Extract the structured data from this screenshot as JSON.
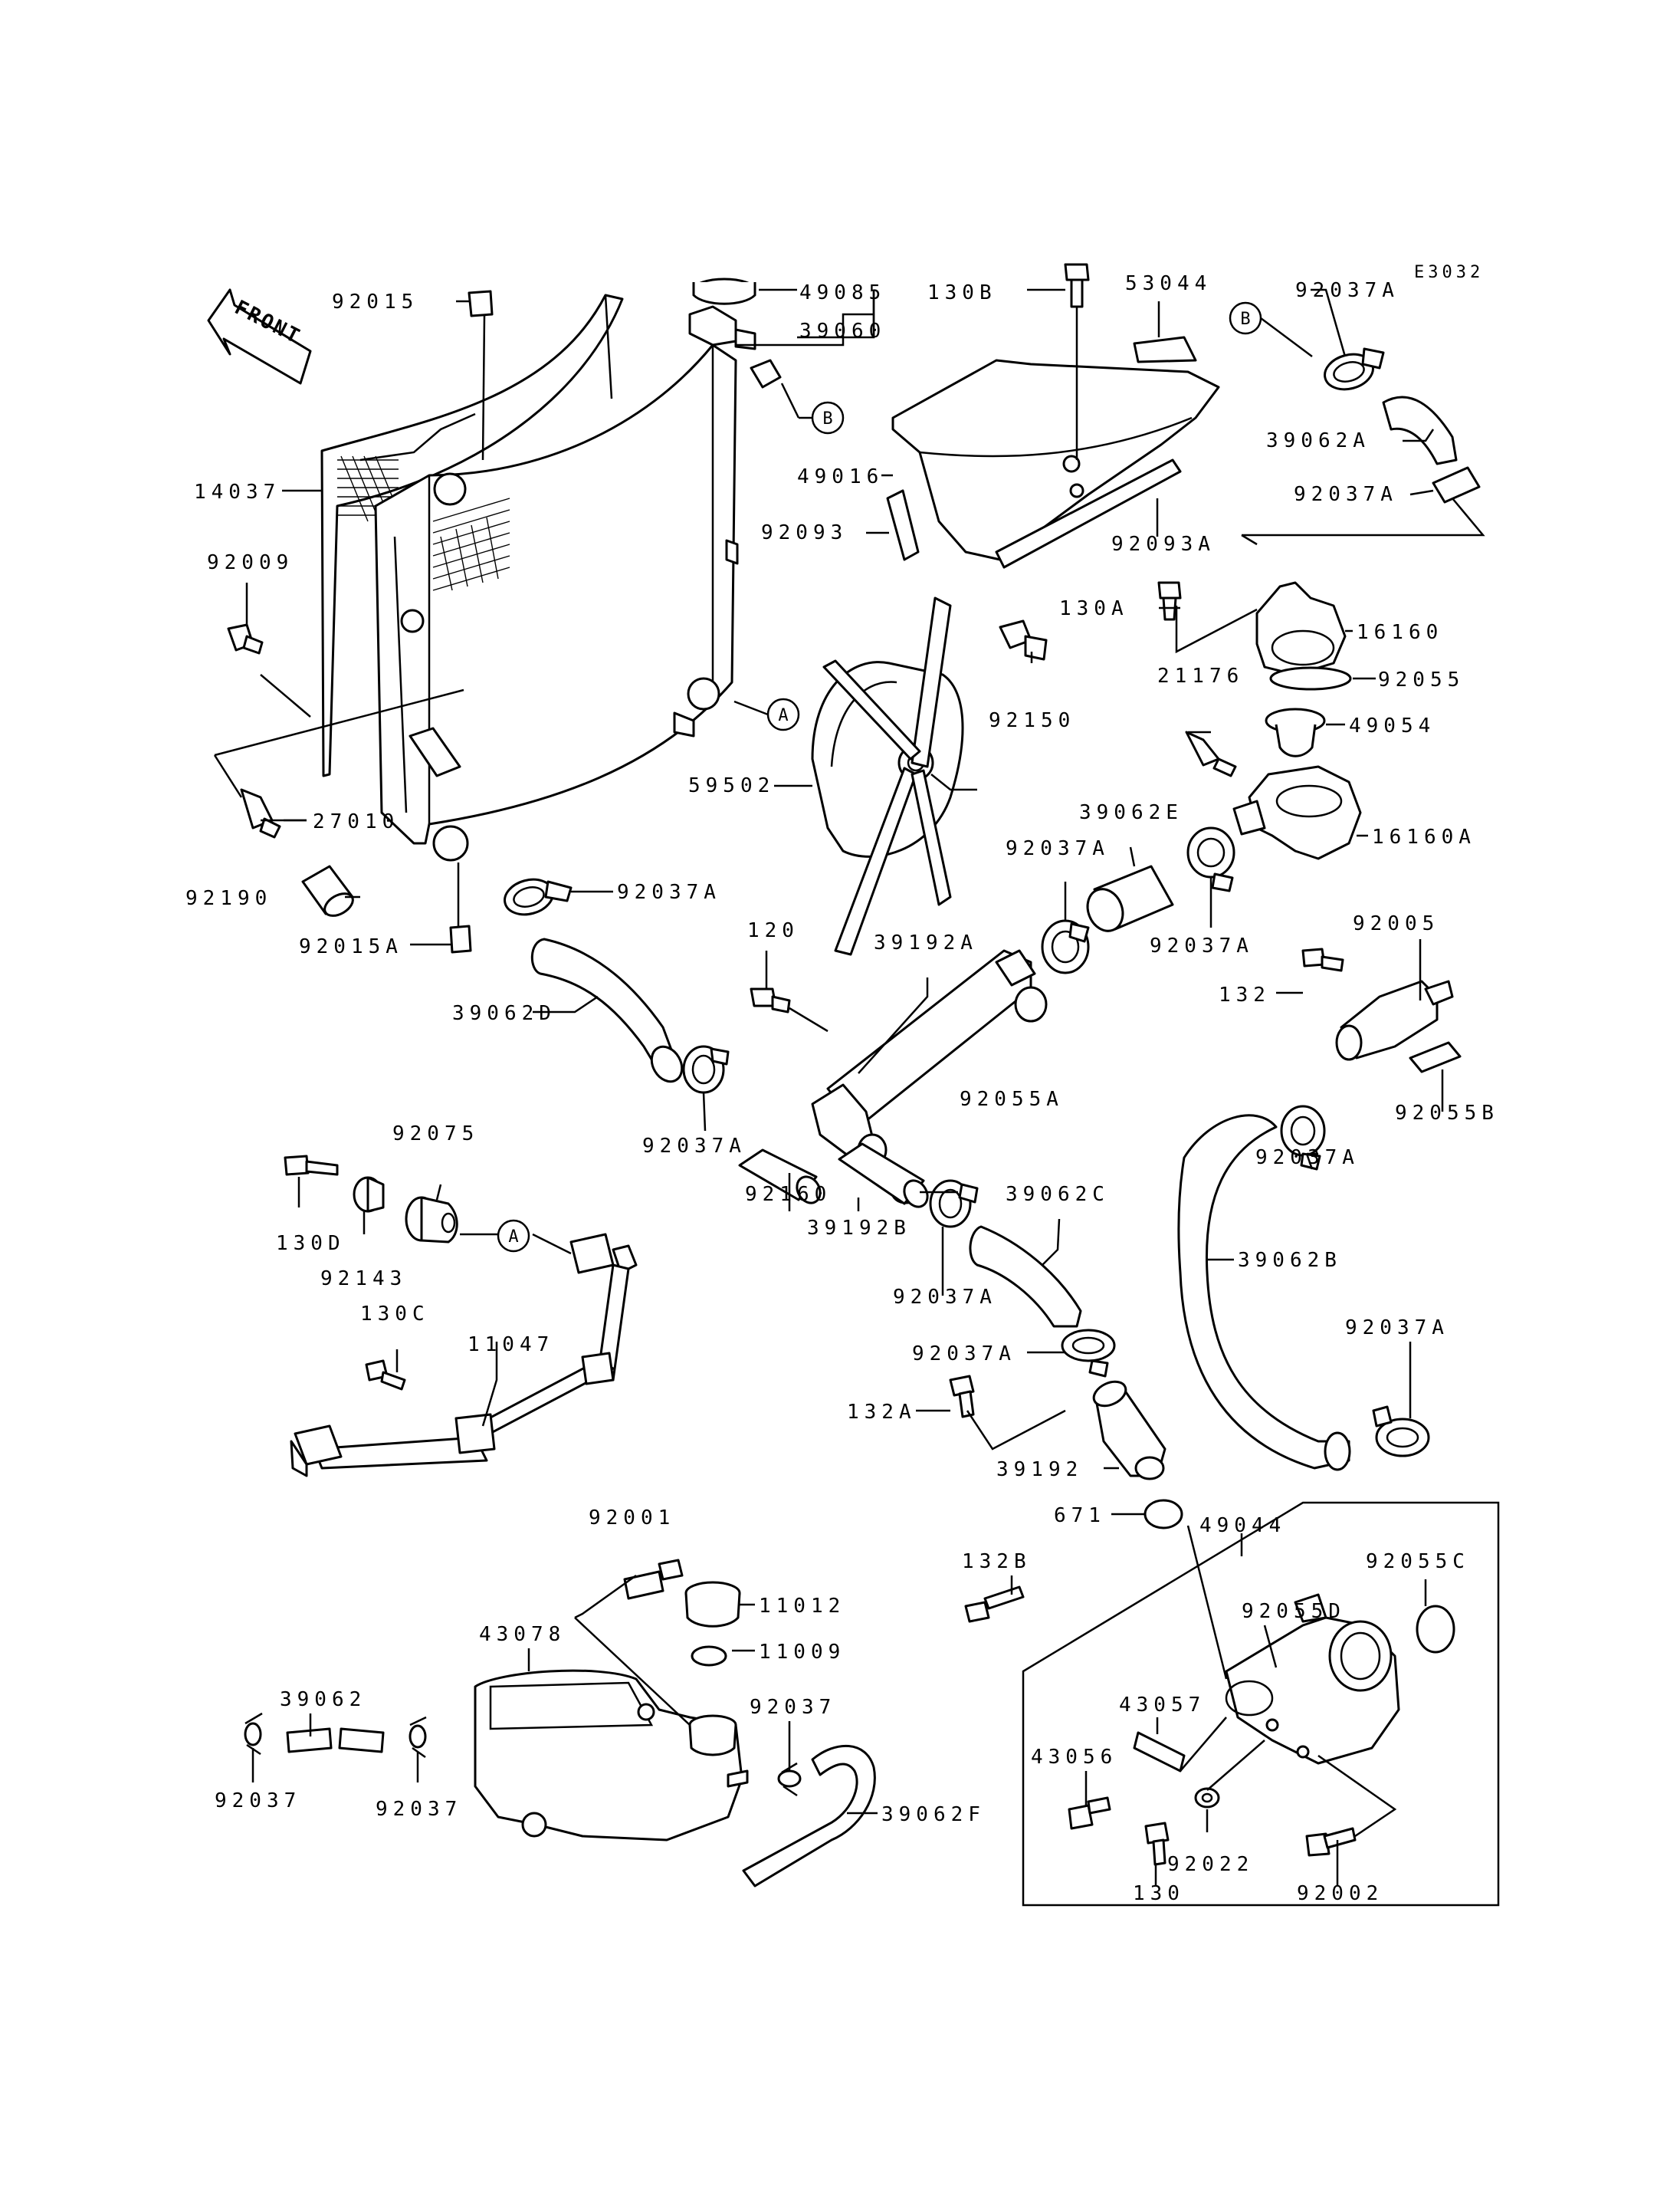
{
  "figure_code": "E3032",
  "front_label": "FRONT",
  "ref_markers": {
    "a": "A",
    "b": "B"
  },
  "labels": {
    "p92015": "92015",
    "p49085": "49085",
    "p39060": "39060",
    "p130B": "130B",
    "p53044": "53044",
    "p92037A_tr": "92037A",
    "p14037": "14037",
    "p49016": "49016",
    "p39062A": "39062A",
    "p92037A_r2": "92037A",
    "p92093": "92093",
    "p92093A": "92093A",
    "p92009": "92009",
    "p130A": "130A",
    "p16160": "16160",
    "p92055": "92055",
    "p21176": "21176",
    "p92150": "92150",
    "p49054": "49054",
    "p59502": "59502",
    "p27010": "27010",
    "p39062E": "39062E",
    "p16160A": "16160A",
    "p92190": "92190",
    "p92037A_mid": "92037A",
    "p92037A_left": "92037A",
    "p92015A": "92015A",
    "p92037A_e": "92037A",
    "p120": "120",
    "p39192A": "39192A",
    "p92005": "92005",
    "p132": "132",
    "p39062D": "39062D",
    "p92055A": "92055A",
    "p92055B": "92055B",
    "p92037A_d": "92037A",
    "p92037A_b": "92037A",
    "p92075": "92075",
    "p92160": "92160",
    "p39062C": "39062C",
    "p130D": "130D",
    "p39192B": "39192B",
    "p39062B": "39062B",
    "p92143": "92143",
    "p92037A_c": "92037A",
    "p130C": "130C",
    "p11047": "11047",
    "p92037A_c2": "92037A",
    "p92037A_br": "92037A",
    "p132A": "132A",
    "p39192": "39192",
    "p671": "671",
    "p49044": "49044",
    "p92001": "92001",
    "p132B": "132B",
    "p92055C": "92055C",
    "p11012": "11012",
    "p92055D": "92055D",
    "p43078": "43078",
    "p11009": "11009",
    "p39062": "39062",
    "p92037_tank": "92037",
    "p43057": "43057",
    "p43056": "43056",
    "p39062F": "39062F",
    "p92037_l1": "92037",
    "p92037_l2": "92037",
    "p92022": "92022",
    "p130": "130",
    "p92002": "92002"
  }
}
